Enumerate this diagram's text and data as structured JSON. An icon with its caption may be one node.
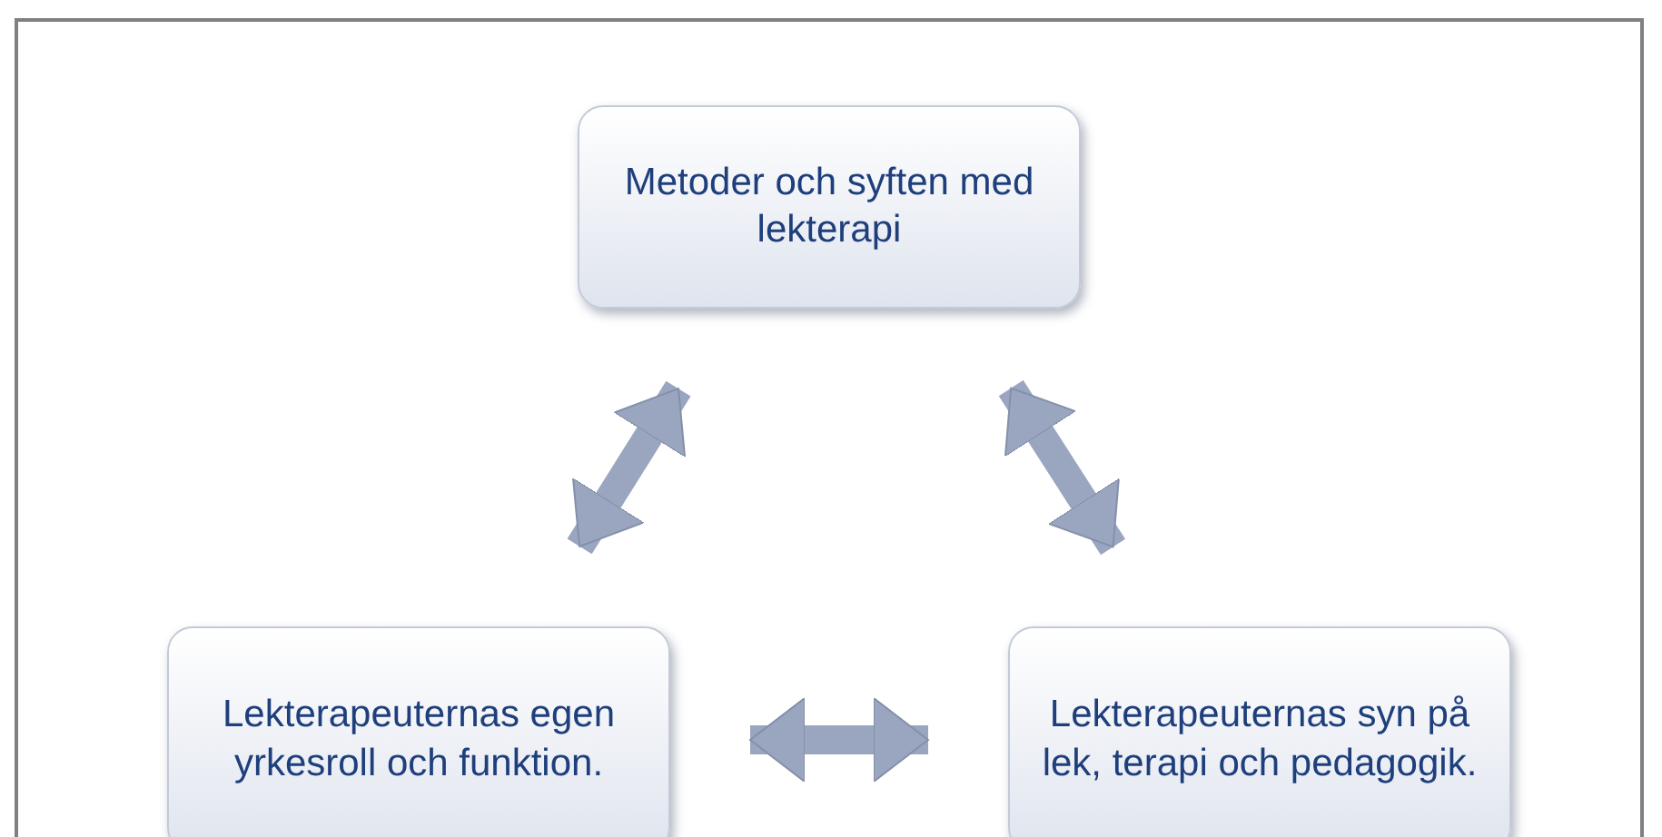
{
  "diagram": {
    "nodes": [
      {
        "text": [
          "Metoder och syften med lekterapi"
        ]
      },
      {
        "text": [
          "Lekterapeuternas egen yrkesroll och funktion."
        ]
      },
      {
        "text": [
          "Lekterapeuternas syn på lek, terapi och pedagogik."
        ]
      }
    ],
    "edges": [
      {
        "from": 0,
        "to": 1,
        "arrow": "both"
      },
      {
        "from": 0,
        "to": 2,
        "arrow": "both"
      },
      {
        "from": 1,
        "to": 2,
        "arrow": "both"
      }
    ]
  }
}
